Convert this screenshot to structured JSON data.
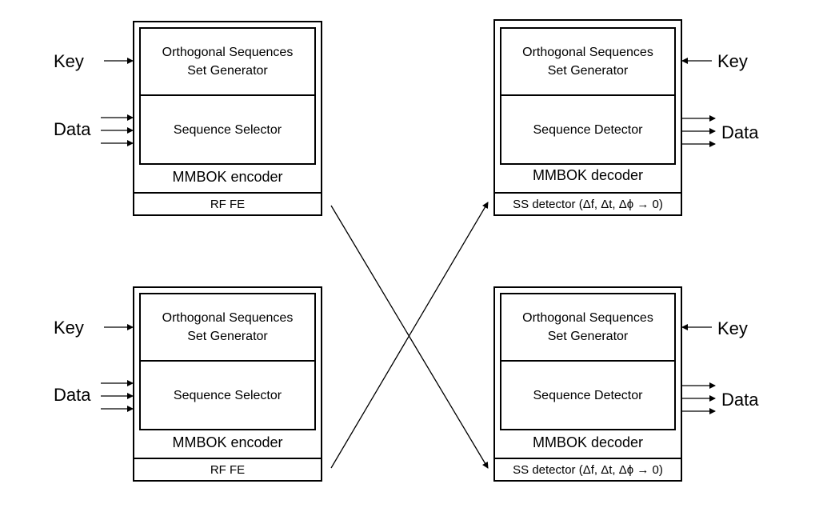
{
  "labels": {
    "key": "Key",
    "data": "Data",
    "generator_line1": "Orthogonal Sequences",
    "generator_line2": "Set Generator",
    "selector": "Sequence Selector",
    "detector": "Sequence Detector",
    "encoder": "MMBOK encoder",
    "decoder": "MMBOK decoder",
    "rf_fe": "RF FE",
    "ss_detector": "SS detector (Δf, Δt, Δϕ → 0)"
  },
  "colors": {
    "line": "#000000",
    "background": "#ffffff"
  }
}
